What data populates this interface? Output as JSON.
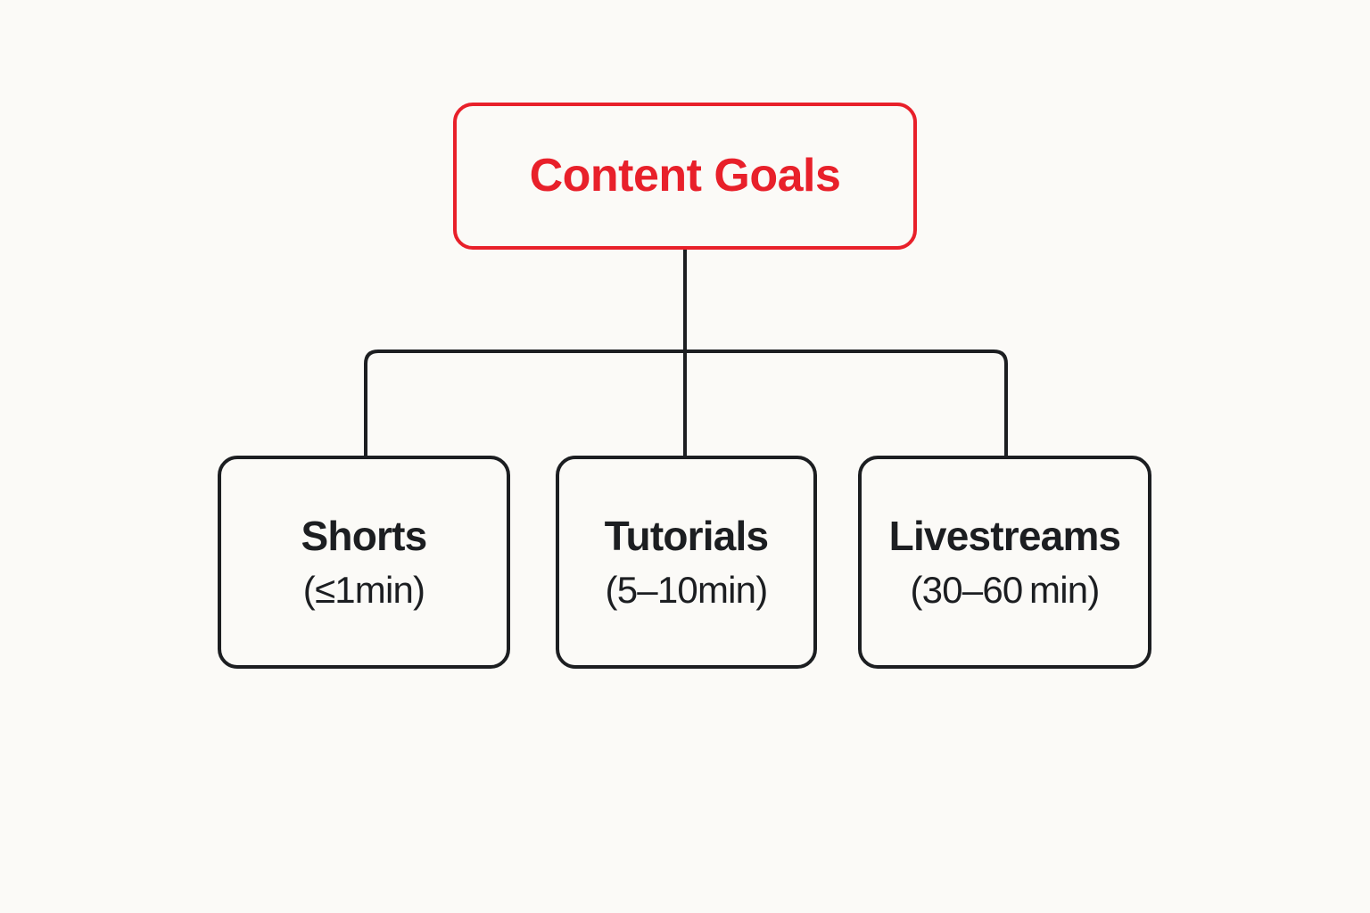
{
  "diagram": {
    "type": "tree",
    "orientation": "top-down",
    "background_color": "#FBFAF7",
    "accent_color": "#E8202A",
    "line_color": "#1C1E21",
    "root": {
      "label": "Content Goals",
      "color": "#E8202A"
    },
    "children": [
      {
        "id": "shorts",
        "title": "Shorts",
        "subtitle": "(≤1min)",
        "duration_min": 0,
        "duration_max": 1,
        "duration_unit": "min",
        "color": "#1C1E21"
      },
      {
        "id": "tutorials",
        "title": "Tutorials",
        "subtitle": "(5–10min)",
        "duration_min": 5,
        "duration_max": 10,
        "duration_unit": "min",
        "color": "#1C1E21"
      },
      {
        "id": "livestreams",
        "title": "Livestreams",
        "subtitle": "(30–60 min)",
        "duration_min": 30,
        "duration_max": 60,
        "duration_unit": "min",
        "color": "#1C1E21"
      }
    ],
    "edges": [
      {
        "from": "root",
        "to": "shorts"
      },
      {
        "from": "root",
        "to": "tutorials"
      },
      {
        "from": "root",
        "to": "livestreams"
      }
    ]
  }
}
